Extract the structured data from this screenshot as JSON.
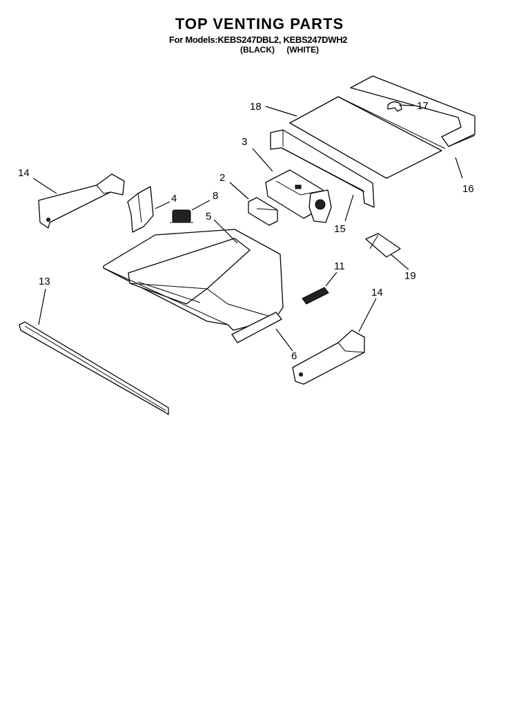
{
  "header": {
    "title": "TOP VENTING PARTS",
    "subtitle": "For Models:KEBS247DBL2, KEBS247DWH2",
    "color_black": "(BLACK)",
    "color_white": "(WHITE)"
  },
  "callouts": {
    "c18": "18",
    "c17": "17",
    "c3": "3",
    "c16": "16",
    "c14a": "14",
    "c2": "2",
    "c4": "4",
    "c8": "8",
    "c5": "5",
    "c15": "15",
    "c11": "11",
    "c19": "19",
    "c13": "13",
    "c14b": "14",
    "c6": "6"
  }
}
